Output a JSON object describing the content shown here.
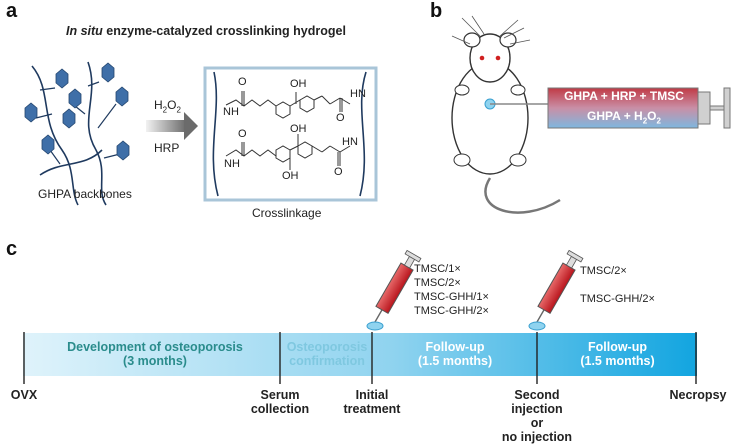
{
  "panel_a": {
    "label": "a",
    "title_italic": "In situ",
    "title_rest": " enzyme-catalyzed crosslinking hydrogel",
    "reagent_top_main": "H",
    "reagent_top_sub1": "2",
    "reagent_top_mid": "O",
    "reagent_top_sub2": "2",
    "reagent_bottom": "HRP",
    "left_caption": "GHPA backbones",
    "right_caption": "Crosslinkage",
    "chem_labels": {
      "o1": "O",
      "oh1": "OH",
      "nh1": "NH",
      "hn1": "HN",
      "o2": "O",
      "o3": "O",
      "oh2": "OH",
      "nh2": "NH",
      "hn2": "HN",
      "oh3": "OH",
      "o4": "O"
    }
  },
  "panel_b": {
    "label": "b",
    "syringe_top": "GHPA + HRP + TMSC",
    "syringe_bottom_main": "GHPA + H",
    "syringe_bottom_sub1": "2",
    "syringe_bottom_mid": "O",
    "syringe_bottom_sub2": "2"
  },
  "panel_c": {
    "label": "c",
    "segments": [
      {
        "line1": "Development of osteoporosis",
        "line2": "(3 months)"
      },
      {
        "line1": "Osteoporosis",
        "line2": "confirmation"
      },
      {
        "line1": "Follow-up",
        "line2": "(1.5 months)"
      },
      {
        "line1": "Follow-up",
        "line2": "(1.5 months)"
      }
    ],
    "milestones": [
      {
        "lines": [
          "OVX"
        ]
      },
      {
        "lines": [
          "Serum",
          "collection"
        ]
      },
      {
        "lines": [
          "Initial",
          "treatment"
        ]
      },
      {
        "lines": [
          "Second",
          "injection",
          "or",
          "no injection"
        ]
      },
      {
        "lines": [
          "Necropsy"
        ]
      }
    ],
    "injection1_groups": [
      "TMSC/1×",
      "TMSC/2×",
      "TMSC-GHH/1×",
      "TMSC-GHH/2×"
    ],
    "injection2_groups": [
      "TMSC/2×",
      "TMSC-GHH/2×"
    ]
  },
  "colors": {
    "hexagon": "#3f6fa8",
    "backbone": "#1f3a5f",
    "timeline_dark": "#1aa6de",
    "timeline_light": "#d8f1fb",
    "syringe_red": "#c6393f",
    "text_teal": "#2a8c8c",
    "text_light": "#7fc8e0"
  }
}
